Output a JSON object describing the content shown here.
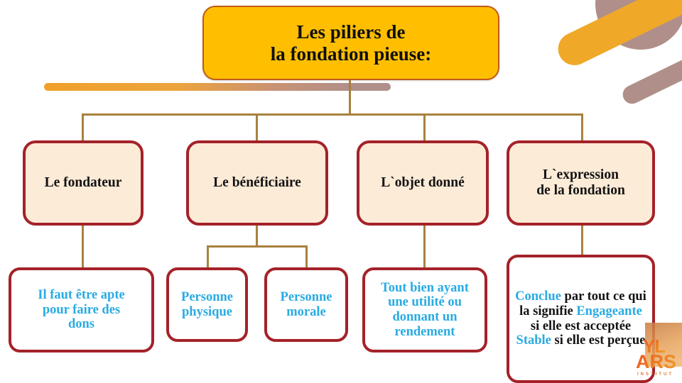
{
  "slide": {
    "background_color": "#FFFFFF",
    "title_box": {
      "lines": [
        "Les piliers de",
        "la fondation pieuse:"
      ],
      "fill": "#FFBF00",
      "border": "#C05A1A",
      "text_color": "#101010"
    },
    "palette": {
      "node_fill_peach": "#FCEBD7",
      "node_fill_white": "#FFFFFF",
      "node_border_red": "#A42229",
      "connector_brown": "#A8813E",
      "accent_cyan": "#29ABE2",
      "accent_orange": "#F0A828",
      "accent_mauve": "#B08F8A",
      "text_black": "#131313"
    },
    "level2": [
      {
        "label": "Le fondateur"
      },
      {
        "label": "Le bénéficiaire"
      },
      {
        "label": "L`objet donné"
      },
      {
        "lines": [
          "L`expression",
          "de la fondation"
        ]
      }
    ],
    "leaves": [
      {
        "lines": [
          "Il faut être apte",
          "pour faire des",
          "dons"
        ],
        "style": "cyan"
      },
      {
        "lines": [
          "Personne",
          "physique"
        ],
        "style": "cyan"
      },
      {
        "lines": [
          "Personne",
          "morale"
        ],
        "style": "cyan"
      },
      {
        "lines": [
          "Tout bien ayant",
          "une utilité ou",
          "donnant un",
          "rendement"
        ],
        "style": "cyan"
      },
      {
        "style": "mixed",
        "runs": [
          {
            "text": "Conclue",
            "color": "cyan"
          },
          {
            "text": " par tout ce qui la signifie ",
            "color": "black"
          },
          {
            "text": "Engageante",
            "color": "cyan"
          },
          {
            "text": " si elle est acceptée ",
            "color": "black"
          },
          {
            "text": "Stable",
            "color": "cyan"
          },
          {
            "text": " si elle est perçue",
            "color": "black"
          }
        ]
      }
    ],
    "watermark": {
      "line1": "YL",
      "line2": "ARS",
      "line3": "INSTITUT"
    }
  }
}
